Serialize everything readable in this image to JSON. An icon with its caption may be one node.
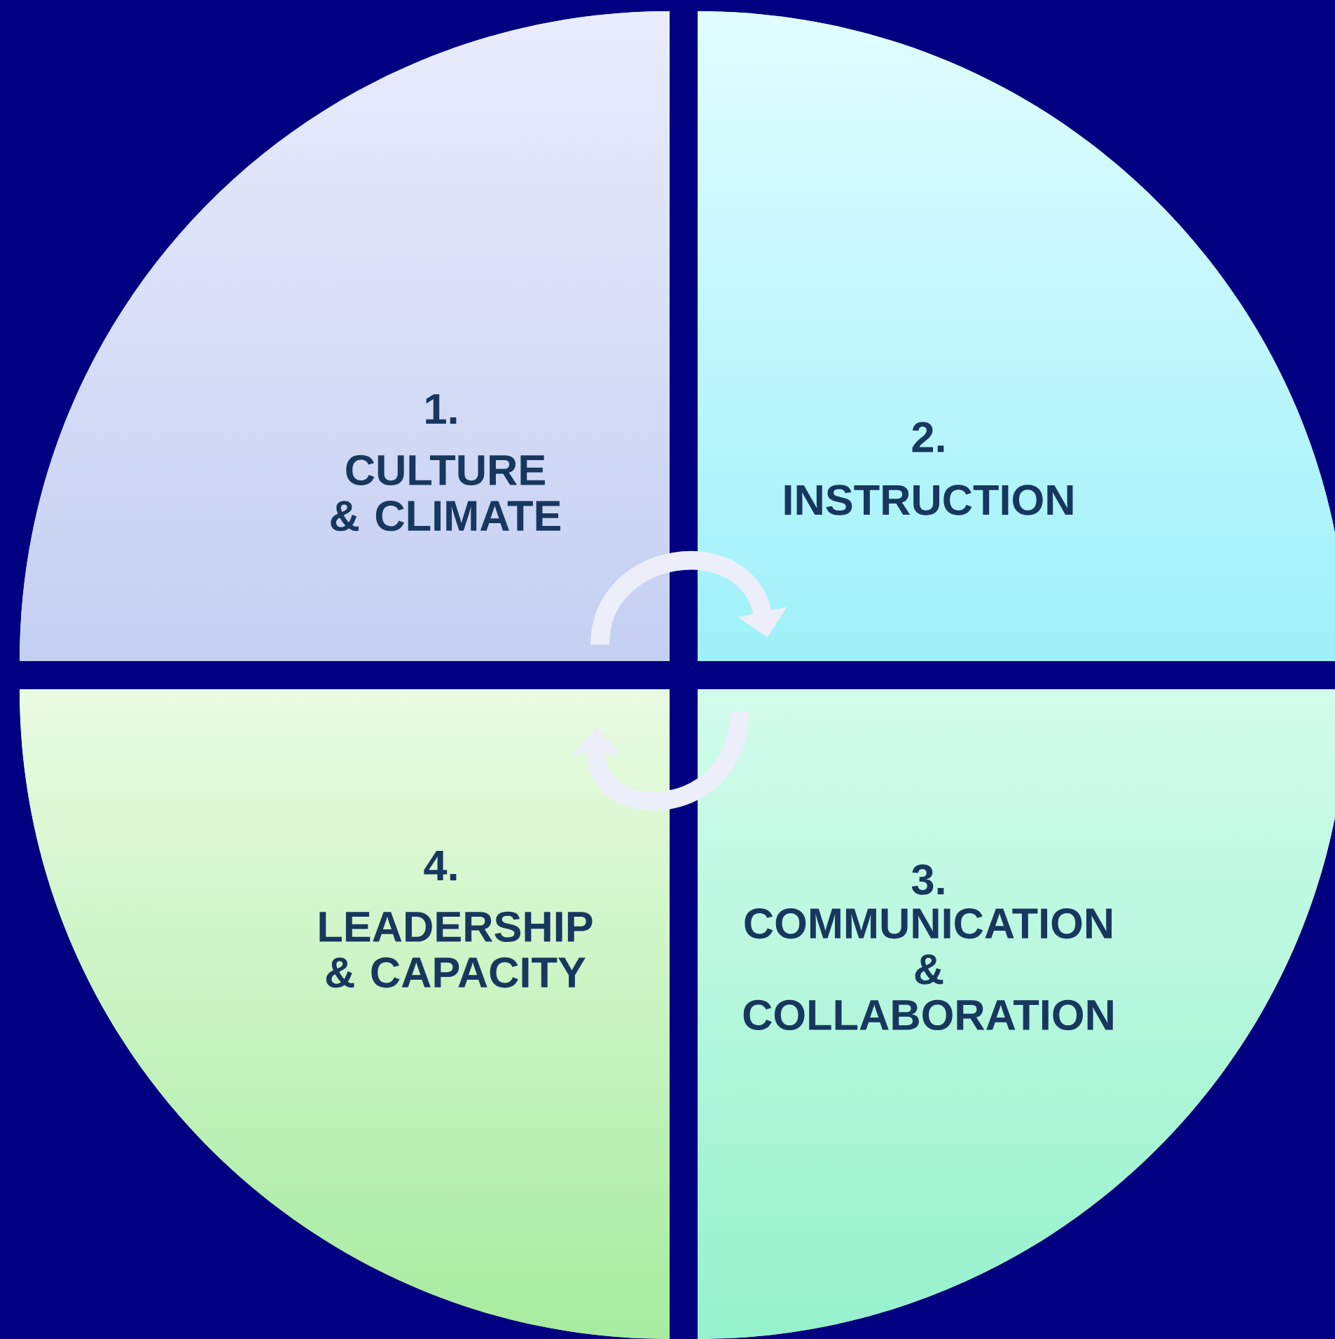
{
  "diagram": {
    "nodes": [
      {
        "text": [
          "1.",
          "CULTURE & CLIMATE"
        ]
      },
      {
        "text": [
          "2.",
          "INSTRUCTION"
        ]
      },
      {
        "text": [
          "3.",
          "COMMUNICATION & COLLABORATION"
        ]
      },
      {
        "text": [
          "4.",
          "LEADERSHIP & CAPACITY"
        ]
      }
    ],
    "edges": [
      {
        "from": 0,
        "to": 1,
        "arrow": "to"
      },
      {
        "from": 2,
        "to": 3,
        "arrow": "to"
      }
    ]
  }
}
